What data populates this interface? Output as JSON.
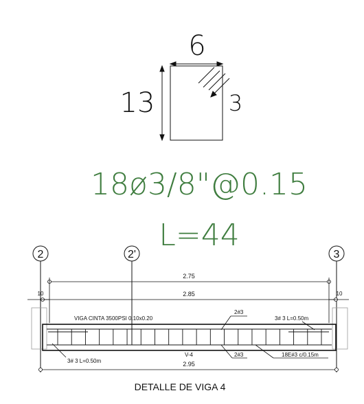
{
  "section": {
    "width_label": "6",
    "height_label": "13",
    "hook_label": "3"
  },
  "rebar_spec": "18ø3/8\"@0.15",
  "length_spec": "L=44",
  "axes": [
    "2",
    "2'",
    "3"
  ],
  "beam": {
    "dim_top_1": "2.75",
    "dim_top_2": "2.85",
    "dim_bottom": "2.95",
    "side_left": "10",
    "side_right": "10",
    "name_label": "VIGA CINTA 3500PSI 0.10x0.20",
    "top_bars": "2#3",
    "bottom_bars": "2#3",
    "bar_left_note": "3# 3 L=0.50m",
    "bar_right_note": "3# 3 L=0.50m",
    "stirrups_note": "18E#3 c/0.15m",
    "beam_id": "V-4",
    "stirrup_count": 18
  },
  "caption": "DETALLE DE VIGA  4",
  "colors": {
    "ink": "#111111",
    "green": "#3f7d3f",
    "grid": "#9a9a9a"
  }
}
